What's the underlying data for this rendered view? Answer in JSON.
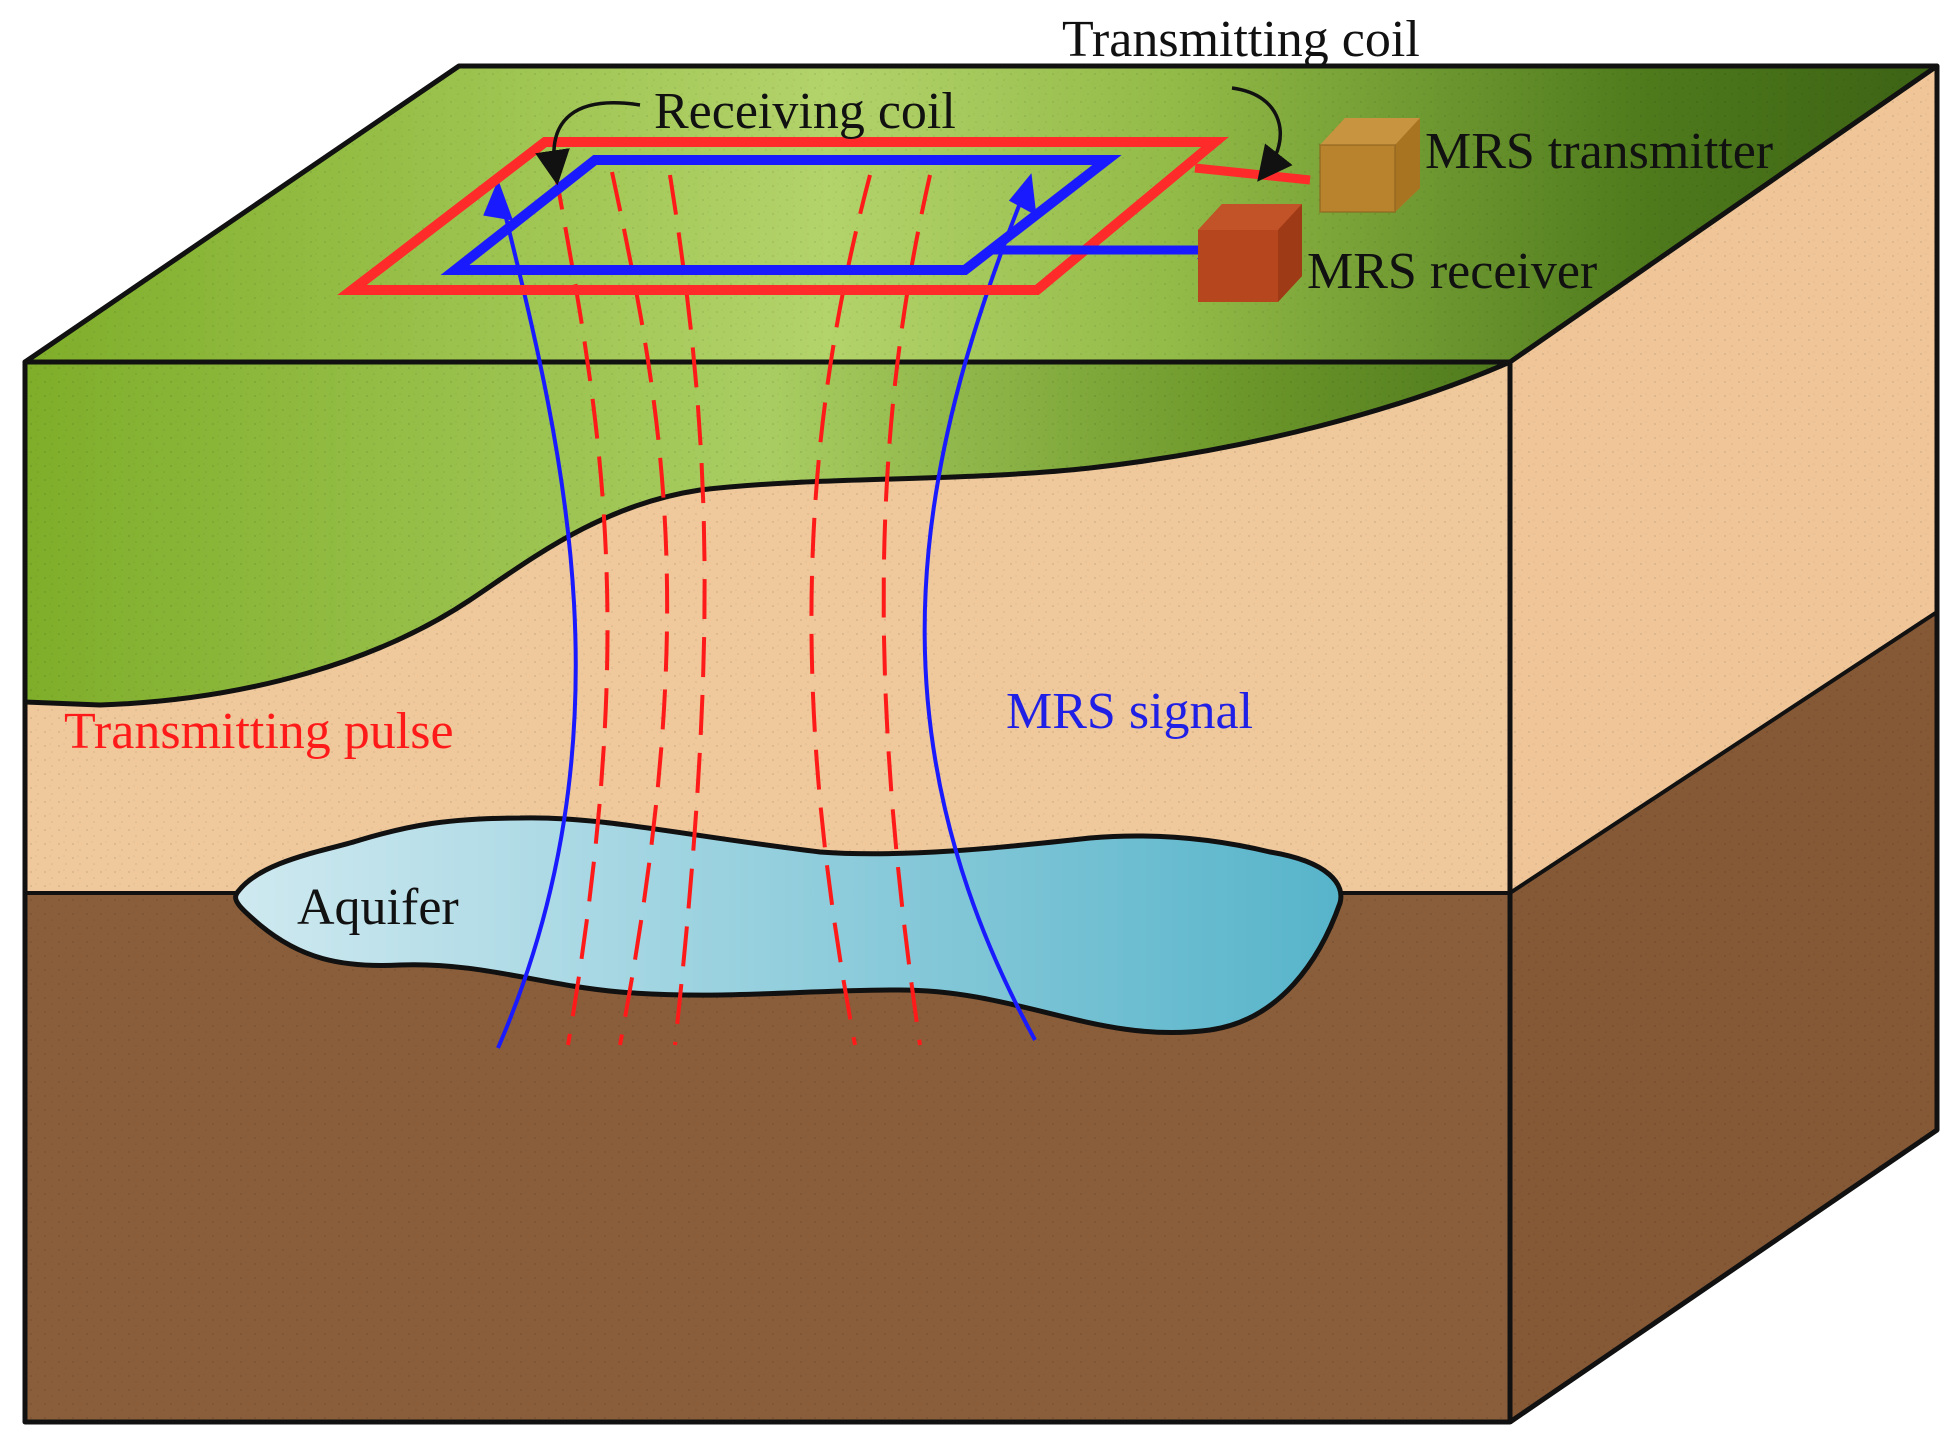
{
  "labels": {
    "transmitting_coil": "Transmitting coil",
    "receiving_coil": "Receiving coil",
    "mrs_transmitter": "MRS transmitter",
    "mrs_receiver": "MRS receiver",
    "transmitting_pulse": "Transmitting pulse",
    "mrs_signal": "MRS signal",
    "aquifer": "Aquifer"
  },
  "colors": {
    "grass_dark": "#3f6614",
    "grass_light": "#b5d36a",
    "sand": "#efc89b",
    "sand_side": "#f0c699",
    "soil": "#8b5e3b",
    "soil_side": "#855836",
    "aquifer_light": "#c9e6ee",
    "aquifer_dark": "#5ab7cc",
    "transmitting_coil": "#ff2a2a",
    "receiving_coil": "#1a1aff",
    "transmitter_box": "#b9832e",
    "receiver_box": "#b5461e",
    "outline": "#111111"
  },
  "icons": [
    "transmitter-box-icon",
    "receiver-box-icon",
    "curved-arrow-icon"
  ]
}
